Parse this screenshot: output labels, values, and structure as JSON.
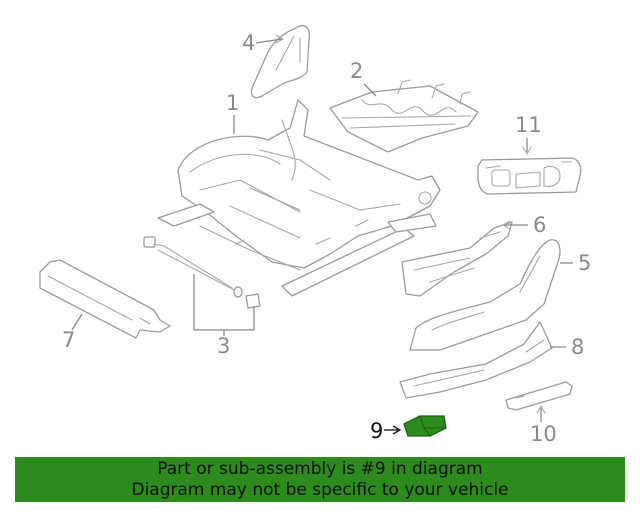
{
  "callouts": {
    "c1": "1",
    "c2": "2",
    "c3": "3",
    "c4": "4",
    "c5": "5",
    "c6": "6",
    "c7": "7",
    "c8": "8",
    "c9": "9",
    "c10": "10",
    "c11": "11"
  },
  "highlighted_part": "9",
  "colors": {
    "highlight": "#2e8b1e",
    "banner": "#2d8a1c",
    "line_art": "#9a9a9a"
  },
  "banner": {
    "line1": "Part or sub-assembly is #9 in diagram",
    "line2": "Diagram may not be specific to your vehicle"
  }
}
